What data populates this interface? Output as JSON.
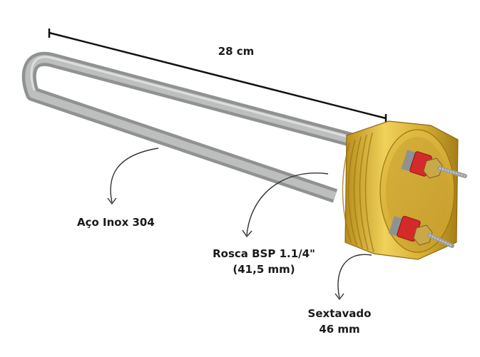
{
  "labels": {
    "length": "28 cm",
    "material": "Aço Inox 304",
    "thread_line1": "Rosca BSP 1.1/4\"",
    "thread_line2": "(41,5 mm)",
    "hex_line1": "Sextavado",
    "hex_line2": "46 mm"
  },
  "colors": {
    "steel": "#a7aaa8",
    "brass": "#d8b232",
    "insulator": "#d42a2a",
    "text": "#1a1a1a"
  }
}
